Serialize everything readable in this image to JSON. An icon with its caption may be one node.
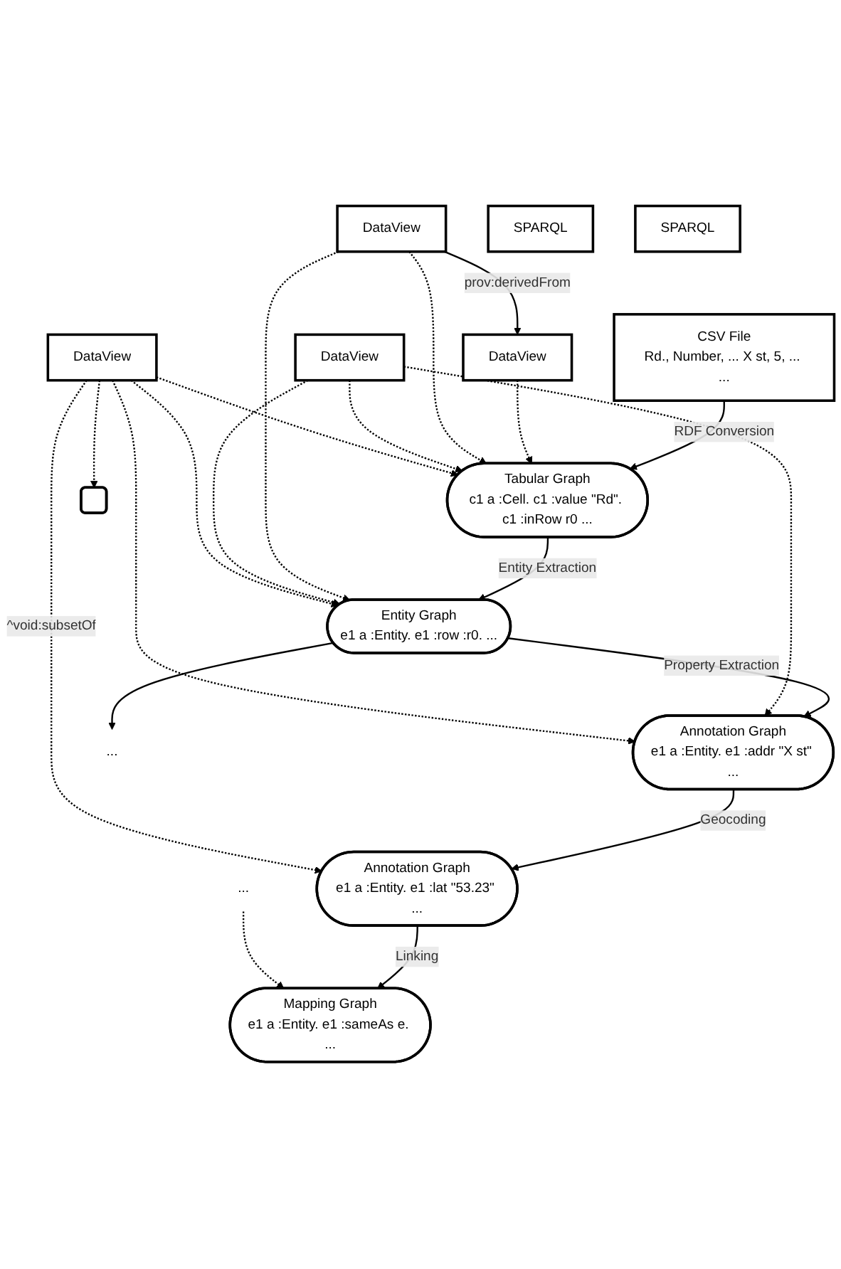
{
  "diagram": {
    "nodes": [
      {
        "text": [
          "CSV File",
          "Rd., Number, ... X st, 5, ... ..."
        ]
      },
      {
        "text": [
          "Tabular Graph",
          "c1 a :Cell. c1 :value \"Rd\". c1 :inRow r0 ..."
        ]
      },
      {
        "text": [
          "Entity Graph",
          "e1 a :Entity. e1 :row :r0. ..."
        ]
      },
      {
        "text": [
          "Annotation Graph",
          "e1 a :Entity. e1 :addr \"X st\" ..."
        ]
      },
      {
        "text": [
          "Annotation Graph",
          "e1 a :Entity. e1 :lat \"53.23\" ..."
        ]
      },
      {
        "text": [
          "Mapping Graph",
          "e1 a :Entity. e1 :sameAs e. ..."
        ]
      },
      {
        "text": [
          "..."
        ]
      },
      {
        "text": [
          "DataView"
        ]
      },
      {
        "text": [
          "DataView"
        ]
      },
      {
        "text": [
          "SPARQL"
        ]
      },
      {
        "text": [
          "DataView"
        ]
      },
      {
        "text": [
          "SPARQL"
        ]
      },
      {
        "text": [
          "DataView"
        ]
      },
      {
        "text": [],
        "shape": "box"
      },
      {
        "text": [
          "..."
        ]
      }
    ],
    "edges": [
      {
        "from": 0,
        "to": 1,
        "arrow": "to",
        "label": "RDF Conversion"
      },
      {
        "from": 1,
        "to": 2,
        "arrow": "to",
        "label": "Entity Extraction"
      },
      {
        "from": 2,
        "to": 3,
        "arrow": "to",
        "label": "Property Extraction"
      },
      {
        "from": 3,
        "to": 4,
        "arrow": "to",
        "label": "Geocoding"
      },
      {
        "from": 4,
        "to": 5,
        "arrow": "to",
        "label": "Linking"
      },
      {
        "from": 2,
        "to": 6,
        "arrow": "to"
      },
      {
        "from": 8,
        "to": 7,
        "arrow": "to",
        "label": "prov:derivedFrom"
      },
      {
        "from": 7,
        "to": 1,
        "arrow": "to",
        "style": "dashed"
      },
      {
        "from": 8,
        "to": 1,
        "arrow": "to",
        "style": "dashed"
      },
      {
        "from": 8,
        "to": 2,
        "arrow": "to",
        "style": "dashed"
      },
      {
        "from": 10,
        "to": 1,
        "arrow": "to",
        "style": "dashed"
      },
      {
        "from": 10,
        "to": 2,
        "arrow": "to",
        "style": "dashed"
      },
      {
        "from": 10,
        "to": 3,
        "arrow": "to",
        "style": "dashed"
      },
      {
        "from": 12,
        "to": 1,
        "arrow": "to",
        "style": "dashed"
      },
      {
        "from": 12,
        "to": 2,
        "arrow": "to",
        "style": "dashed"
      },
      {
        "from": 12,
        "to": 3,
        "arrow": "to",
        "style": "dashed"
      },
      {
        "from": 12,
        "to": 4,
        "arrow": "to",
        "style": "dashed",
        "label": "^void:subsetOf"
      },
      {
        "from": 12,
        "to": 13,
        "arrow": "to",
        "style": "dashed"
      },
      {
        "from": 14,
        "to": 5,
        "arrow": "to",
        "style": "dashed"
      }
    ]
  }
}
